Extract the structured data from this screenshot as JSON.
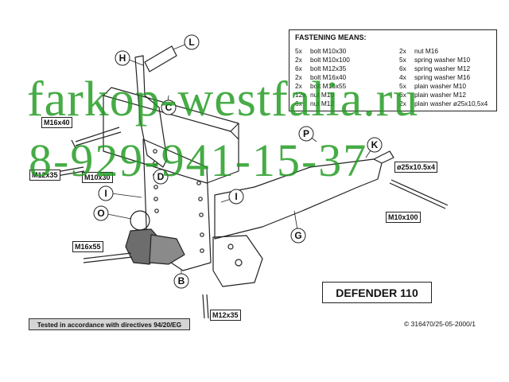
{
  "fastening": {
    "title": "FASTENING MEANS:",
    "left": [
      {
        "qty": "5x",
        "desc": "bolt M10x30"
      },
      {
        "qty": "2x",
        "desc": "bolt M10x100"
      },
      {
        "qty": "6x",
        "desc": "bolt M12x35"
      },
      {
        "qty": "2x",
        "desc": "bolt M16x40"
      },
      {
        "qty": "2x",
        "desc": "bolt M16x55"
      },
      {
        "qty": "12x",
        "desc": "nut M10"
      },
      {
        "qty": "6x",
        "desc": "nut M12"
      }
    ],
    "right": [
      {
        "qty": "2x",
        "desc": "nut M16"
      },
      {
        "qty": "5x",
        "desc": "spring washer M10"
      },
      {
        "qty": "6x",
        "desc": "spring washer M12"
      },
      {
        "qty": "4x",
        "desc": "spring washer M16"
      },
      {
        "qty": "5x",
        "desc": "plain washer M10"
      },
      {
        "qty": "6x",
        "desc": "plain washer M12"
      },
      {
        "qty": "2x",
        "desc": "plain washer ø25x10,5x4"
      }
    ]
  },
  "callouts": [
    "H",
    "L",
    "C",
    "D",
    "I",
    "O",
    "B",
    "P",
    "K",
    "I",
    "G"
  ],
  "size_tags": [
    "M16x40",
    "M12x35",
    "M10x30",
    "M16x55",
    "M12x35",
    "ø25x10.5x4",
    "M10x100"
  ],
  "watermark": {
    "line1": "farkop-westfalia.ru",
    "line2": "8-929-941-15-37"
  },
  "model": "DEFENDER 110",
  "tested": "Tested in accordance with directives 94/20/EG",
  "copyright": "© 316470/25-05-2000/1",
  "colors": {
    "ink": "#222222",
    "watermark": "#1e9a1e",
    "tested_bg": "#d4d4d4"
  }
}
